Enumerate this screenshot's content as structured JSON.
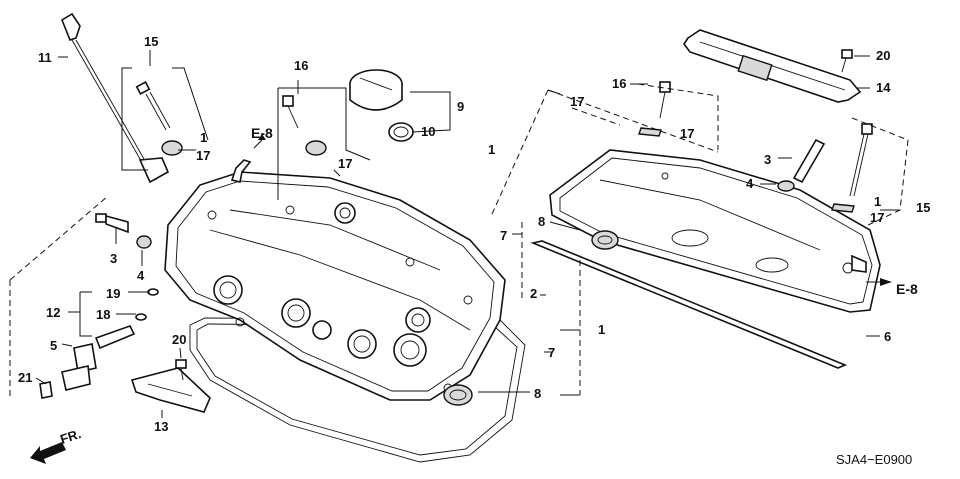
{
  "diagram": {
    "callouts": {
      "c1a": "1",
      "c1b": "1",
      "c1c": "1",
      "c1d": "1",
      "c2": "2",
      "c3a": "3",
      "c3b": "3",
      "c4a": "4",
      "c4b": "4",
      "c5": "5",
      "c6": "6",
      "c7a": "7",
      "c7b": "7",
      "c8a": "8",
      "c8b": "8",
      "c9": "9",
      "c10": "10",
      "c11": "11",
      "c12": "12",
      "c13": "13",
      "c14": "14",
      "c15a": "15",
      "c15b": "15",
      "c16a": "16",
      "c16b": "16",
      "c17a": "17",
      "c17b": "17",
      "c17c": "17",
      "c17d": "17",
      "c17e": "17",
      "c18": "18",
      "c19": "19",
      "c20a": "20",
      "c20b": "20",
      "c21": "21"
    },
    "refs": {
      "e8a": "E-8",
      "e8b": "E-8"
    },
    "front_label": "FR.",
    "diagram_code": "SJA4−E0900"
  }
}
